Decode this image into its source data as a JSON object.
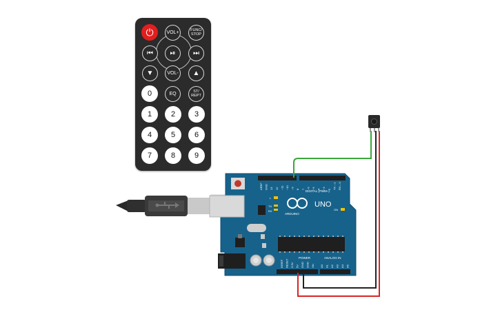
{
  "remote": {
    "buttons": {
      "power": "⏻",
      "vol_up": "VOL+",
      "func_stop": "FUNC/\nSTOP",
      "prev": "⏮",
      "play_pause": "⏯",
      "next": "⏭",
      "down": "▼",
      "vol_down": "VOL-",
      "up": "▲",
      "zero": "0",
      "eq": "EQ",
      "st_rept": "ST/\nREPT",
      "n1": "1",
      "n2": "2",
      "n3": "3",
      "n4": "4",
      "n5": "5",
      "n6": "6",
      "n7": "7",
      "n8": "8",
      "n9": "9"
    }
  },
  "arduino": {
    "brand": "ARDUINO",
    "model": "UNO",
    "digital_label": "DIGITAL (PWM~)",
    "power_label": "POWER",
    "analog_label": "ANALOG IN",
    "on_label": "ON",
    "l_label": "L",
    "tx_label": "TX",
    "rx_label": "RX",
    "digital_pins": [
      "AREF",
      "GND",
      "13",
      "12",
      "~11",
      "~10",
      "~9",
      "8",
      "7",
      "~6",
      "~5",
      "4",
      "~3",
      "2",
      "TX→1",
      "RX←0"
    ],
    "power_pins": [
      "IOREF",
      "RESET",
      "3.3V",
      "5V",
      "GND",
      "GND",
      "Vin"
    ],
    "analog_pins": [
      "A0",
      "A1",
      "A2",
      "A3",
      "A4",
      "A5"
    ]
  },
  "wires": {
    "signal_color": "#3aa63a",
    "power_color": "#d62424",
    "ground_color": "#222222"
  }
}
